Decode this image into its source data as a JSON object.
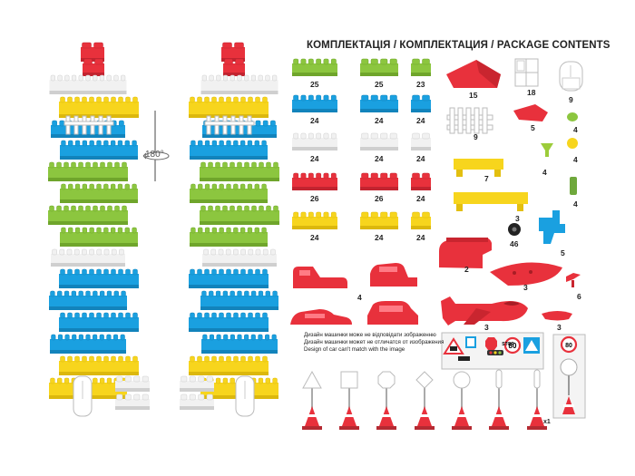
{
  "header": {
    "title": "КОМПЛЕКТАЦІЯ / КОМПЛЕКТАЦИЯ / PACKAGE CONTENTS"
  },
  "rotation_label": "180°",
  "counts": {
    "brick_rows": [
      [
        "25",
        "25",
        "23"
      ],
      [
        "24",
        "24",
        "24"
      ],
      [
        "24",
        "24",
        "24"
      ],
      [
        "26",
        "26",
        "24"
      ],
      [
        "24",
        "24",
        "24"
      ]
    ],
    "roof": "15",
    "window": "18",
    "door": "9",
    "fence": "9",
    "small_roof": "5",
    "green_round": "4",
    "yellow_round": "4",
    "yellow_funnel": "4",
    "green_bottle": "4",
    "yellow_bar_1": "7",
    "yellow_bar_2": "3",
    "wheels": "46",
    "blue_connector": "5",
    "fire_truck": "2",
    "car_bodies": "4",
    "red_tray": "3",
    "plane": "3",
    "propeller": "6",
    "small_red": "3",
    "signs_multiplier": "x1"
  },
  "note": [
    "Дизайн машинки може не відповідати зображенню",
    "Дизайн машинки может не отличатся от изображения",
    "Design of car can't match with the image"
  ],
  "signs": {
    "stop": "STOP",
    "speed": "80",
    "speed2": "80"
  },
  "colors": {
    "red": "#e8313c",
    "yellow": "#f7d51d",
    "blue": "#1aa0e0",
    "green": "#8cc63f",
    "white": "#f1f1f1",
    "cone": "#c0392b"
  }
}
